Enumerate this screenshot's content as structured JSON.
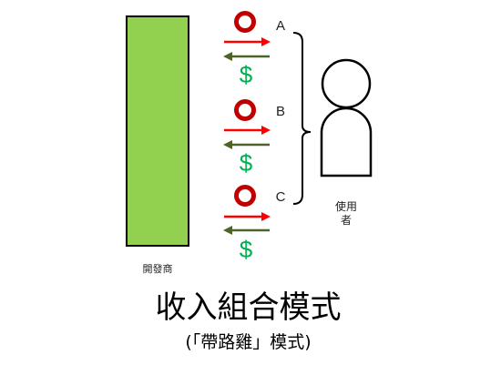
{
  "title": "收入組合模式",
  "subtitle": "(「帶路雞」模式)",
  "developer": {
    "label": "開發商"
  },
  "user": {
    "label": "使用者",
    "icon": "person-icon"
  },
  "groups": [
    {
      "label": "A",
      "item_icon": "ring-icon",
      "deliver_icon": "right-arrow-icon",
      "pay_icon": "left-arrow-icon",
      "money_symbol": "$"
    },
    {
      "label": "B",
      "item_icon": "ring-icon",
      "deliver_icon": "right-arrow-icon",
      "pay_icon": "left-arrow-icon",
      "money_symbol": "$"
    },
    {
      "label": "C",
      "item_icon": "ring-icon",
      "deliver_icon": "right-arrow-icon",
      "pay_icon": "left-arrow-icon",
      "money_symbol": "$"
    }
  ],
  "colors": {
    "developer_box": "#92D050",
    "ring": "#C00000",
    "delivery_arrow": "#FF0000",
    "payment_arrow": "#4F6228",
    "money": "#00B050",
    "outline": "#000000"
  }
}
